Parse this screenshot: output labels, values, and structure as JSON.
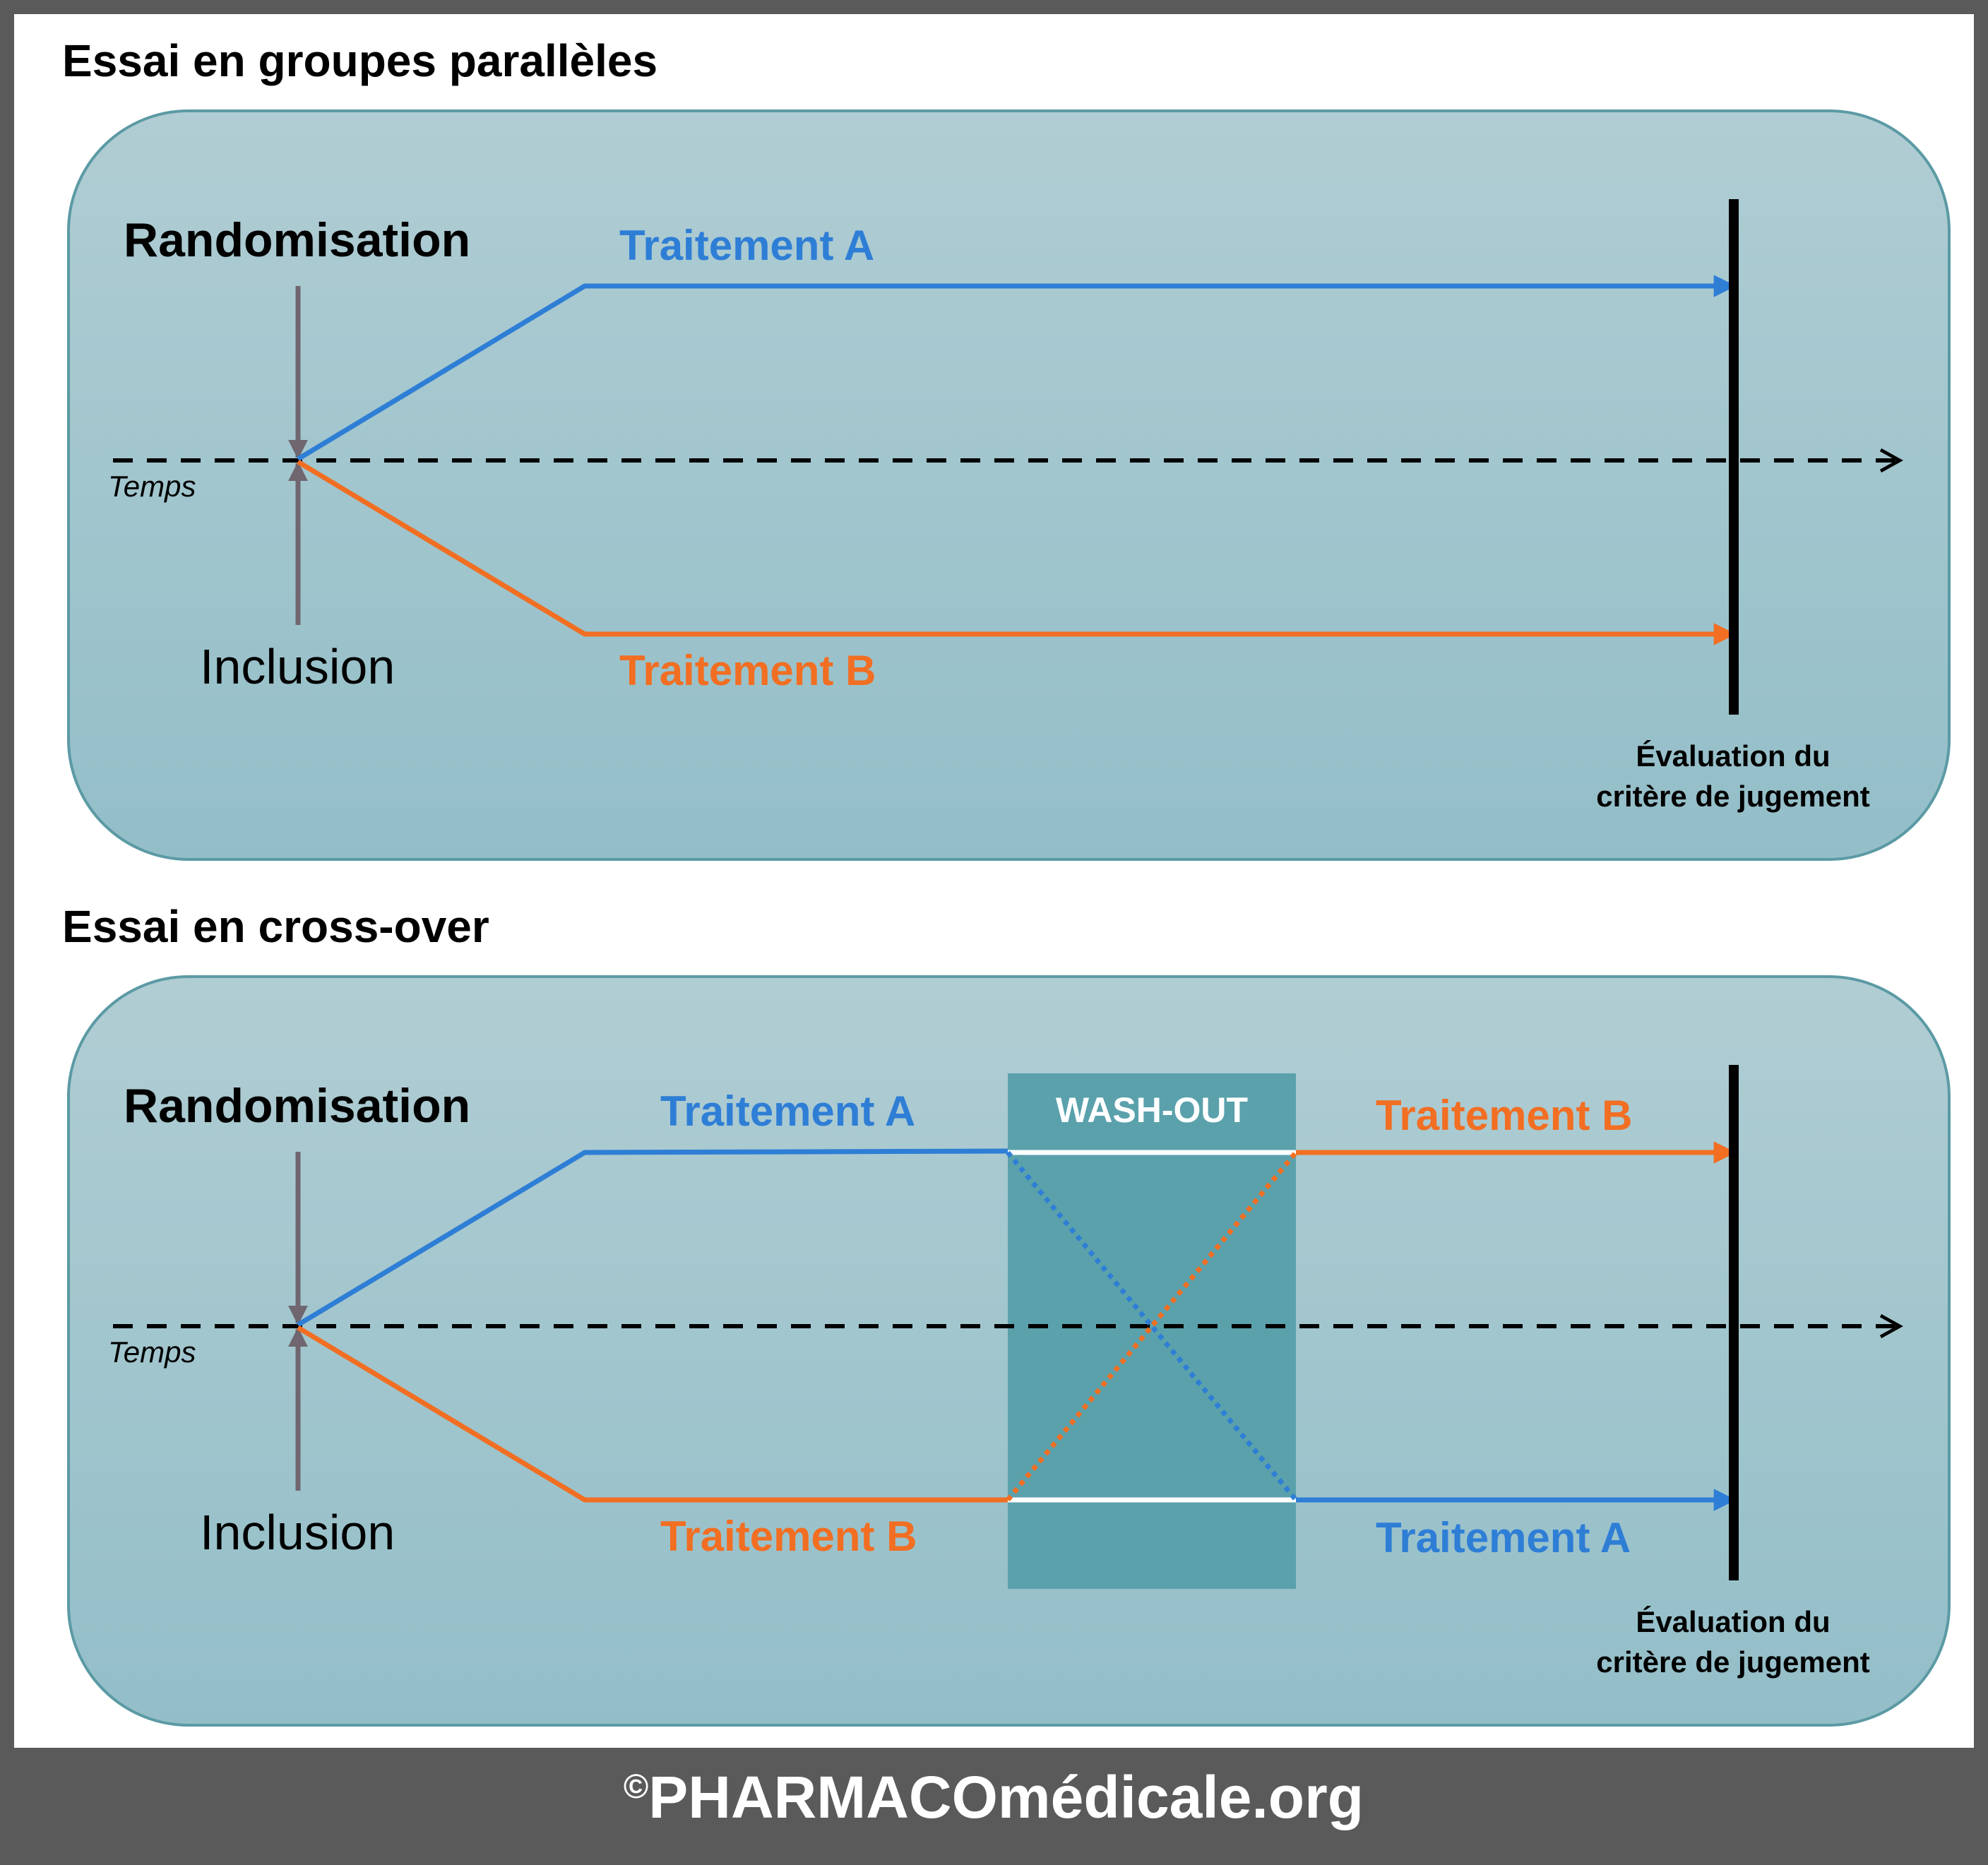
{
  "colors": {
    "frame": "#5a5a5a",
    "page": "#ffffff",
    "panel_top": "#b0cdd3",
    "panel_bottom": "#93bec8",
    "panel_border": "#5b9aa4",
    "treatment_a": "#2e7ed6",
    "treatment_b": "#f26e22",
    "inclusion_arrow": "#6f6670",
    "washout": "#5aa1ac",
    "footer_text": "#ffffff"
  },
  "parallel": {
    "title": "Essai en groupes parallèles",
    "randomisation": "Randomisation",
    "inclusion": "Inclusion",
    "time_axis": "Temps",
    "treatment_a": "Traitement A",
    "treatment_b": "Traitement B",
    "endpoint_line1": "Évaluation du",
    "endpoint_line2": "critère de jugement"
  },
  "crossover": {
    "title": "Essai en cross-over",
    "randomisation": "Randomisation",
    "inclusion": "Inclusion",
    "time_axis": "Temps",
    "washout": "WASH-OUT",
    "period1_top": "Traitement A",
    "period1_bottom": "Traitement B",
    "period2_top": "Traitement B",
    "period2_bottom": "Traitement A",
    "endpoint_line1": "Évaluation du",
    "endpoint_line2": "critère de jugement"
  },
  "footer": {
    "copyright": "©",
    "brand": "PHARMACOmédicale.org"
  }
}
